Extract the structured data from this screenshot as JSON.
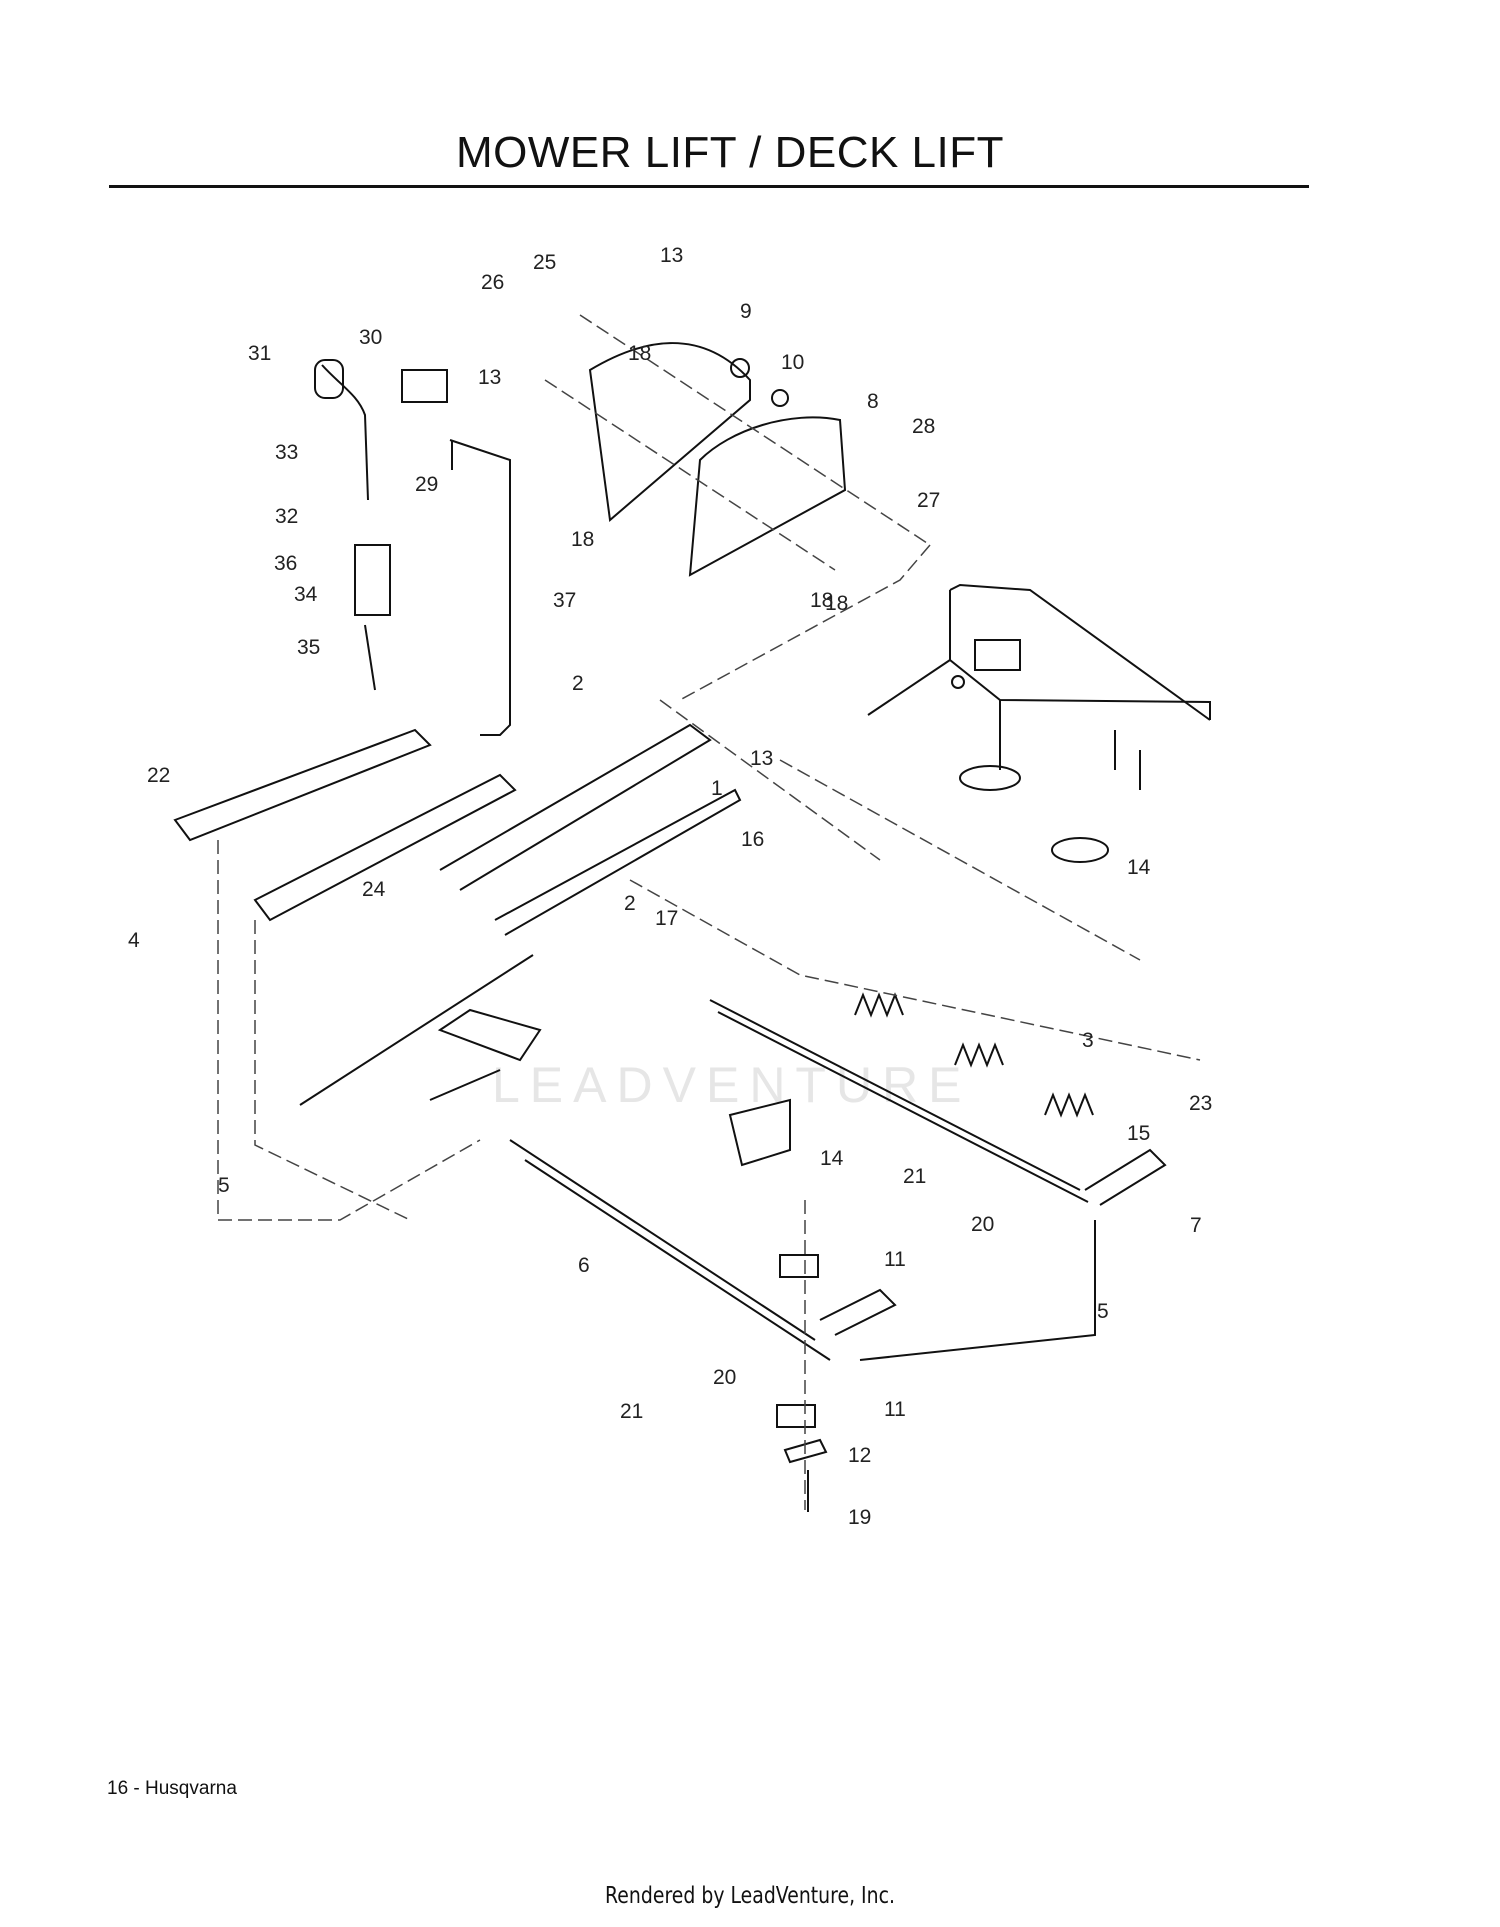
{
  "page": {
    "title": "MOWER LIFT / DECK LIFT",
    "footer": "16 - Husqvarna",
    "render_credit": "Rendered by LeadVenture, Inc.",
    "watermark": "LEADVENTURE"
  },
  "callouts": [
    "1",
    "2",
    "2",
    "3",
    "4",
    "5",
    "5",
    "6",
    "7",
    "8",
    "9",
    "10",
    "11",
    "11",
    "12",
    "13",
    "13",
    "13",
    "14",
    "14",
    "15",
    "16",
    "17",
    "18",
    "18",
    "18",
    "18",
    "19",
    "20",
    "20",
    "21",
    "21",
    "22",
    "23",
    "24",
    "25",
    "26",
    "27",
    "28",
    "29",
    "30",
    "31",
    "32",
    "33",
    "34",
    "35",
    "36",
    "37"
  ]
}
